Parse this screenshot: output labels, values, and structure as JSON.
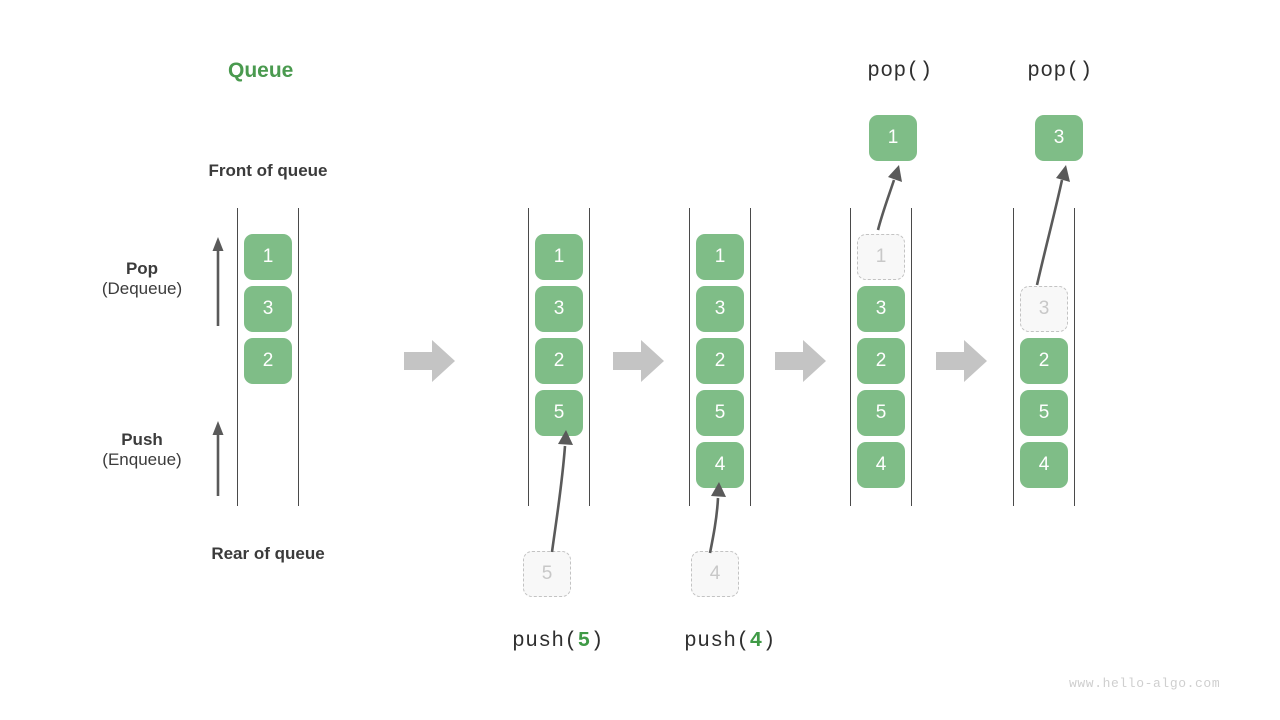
{
  "title": "Queue",
  "labels": {
    "front": "Front of queue",
    "rear": "Rear of queue",
    "pop_main": "Pop",
    "pop_sub": "(Dequeue)",
    "push_main": "Push",
    "push_sub": "(Enqueue)"
  },
  "colors": {
    "element_fill": "#7fbd87",
    "element_text": "#ffffff",
    "ghost_fill": "#f8f8f8",
    "ghost_border": "#c3c3c3",
    "ghost_text": "#c8c8c8",
    "rail": "#4a4a4a",
    "title_green": "#4a9a4f",
    "arg_green": "#3f9a46",
    "transition_arrow": "#c4c4c4",
    "motion_arrow": "#5a5a5a",
    "label_text": "#3b3b3b",
    "watermark": "#cfcfcf"
  },
  "stages": [
    {
      "id": "initial",
      "caption": "",
      "top_label": "",
      "popped": null,
      "items": [
        {
          "value": "1",
          "ghost": false
        },
        {
          "value": "3",
          "ghost": false
        },
        {
          "value": "2",
          "ghost": false
        }
      ],
      "incoming": null
    },
    {
      "id": "push-5",
      "caption_prefix": "push(",
      "caption_arg": "5",
      "caption_suffix": ")",
      "top_label": "",
      "popped": null,
      "items": [
        {
          "value": "1",
          "ghost": false
        },
        {
          "value": "3",
          "ghost": false
        },
        {
          "value": "2",
          "ghost": false
        },
        {
          "value": "5",
          "ghost": false
        }
      ],
      "incoming": {
        "value": "5"
      }
    },
    {
      "id": "push-4",
      "caption_prefix": "push(",
      "caption_arg": "4",
      "caption_suffix": ")",
      "top_label": "",
      "popped": null,
      "items": [
        {
          "value": "1",
          "ghost": false
        },
        {
          "value": "3",
          "ghost": false
        },
        {
          "value": "2",
          "ghost": false
        },
        {
          "value": "5",
          "ghost": false
        },
        {
          "value": "4",
          "ghost": false
        }
      ],
      "incoming": {
        "value": "4"
      }
    },
    {
      "id": "pop-1",
      "caption": "",
      "top_label": "pop()",
      "popped": {
        "value": "1"
      },
      "items": [
        {
          "value": "1",
          "ghost": true
        },
        {
          "value": "3",
          "ghost": false
        },
        {
          "value": "2",
          "ghost": false
        },
        {
          "value": "5",
          "ghost": false
        },
        {
          "value": "4",
          "ghost": false
        }
      ],
      "incoming": null
    },
    {
      "id": "pop-3",
      "caption": "",
      "top_label": "pop()",
      "popped": {
        "value": "3"
      },
      "items": [
        {
          "value": "3",
          "ghost": true
        },
        {
          "value": "2",
          "ghost": false
        },
        {
          "value": "5",
          "ghost": false
        },
        {
          "value": "4",
          "ghost": false
        }
      ],
      "ghost_slot": 1,
      "incoming": null
    }
  ],
  "watermark": "www.hello-algo.com"
}
